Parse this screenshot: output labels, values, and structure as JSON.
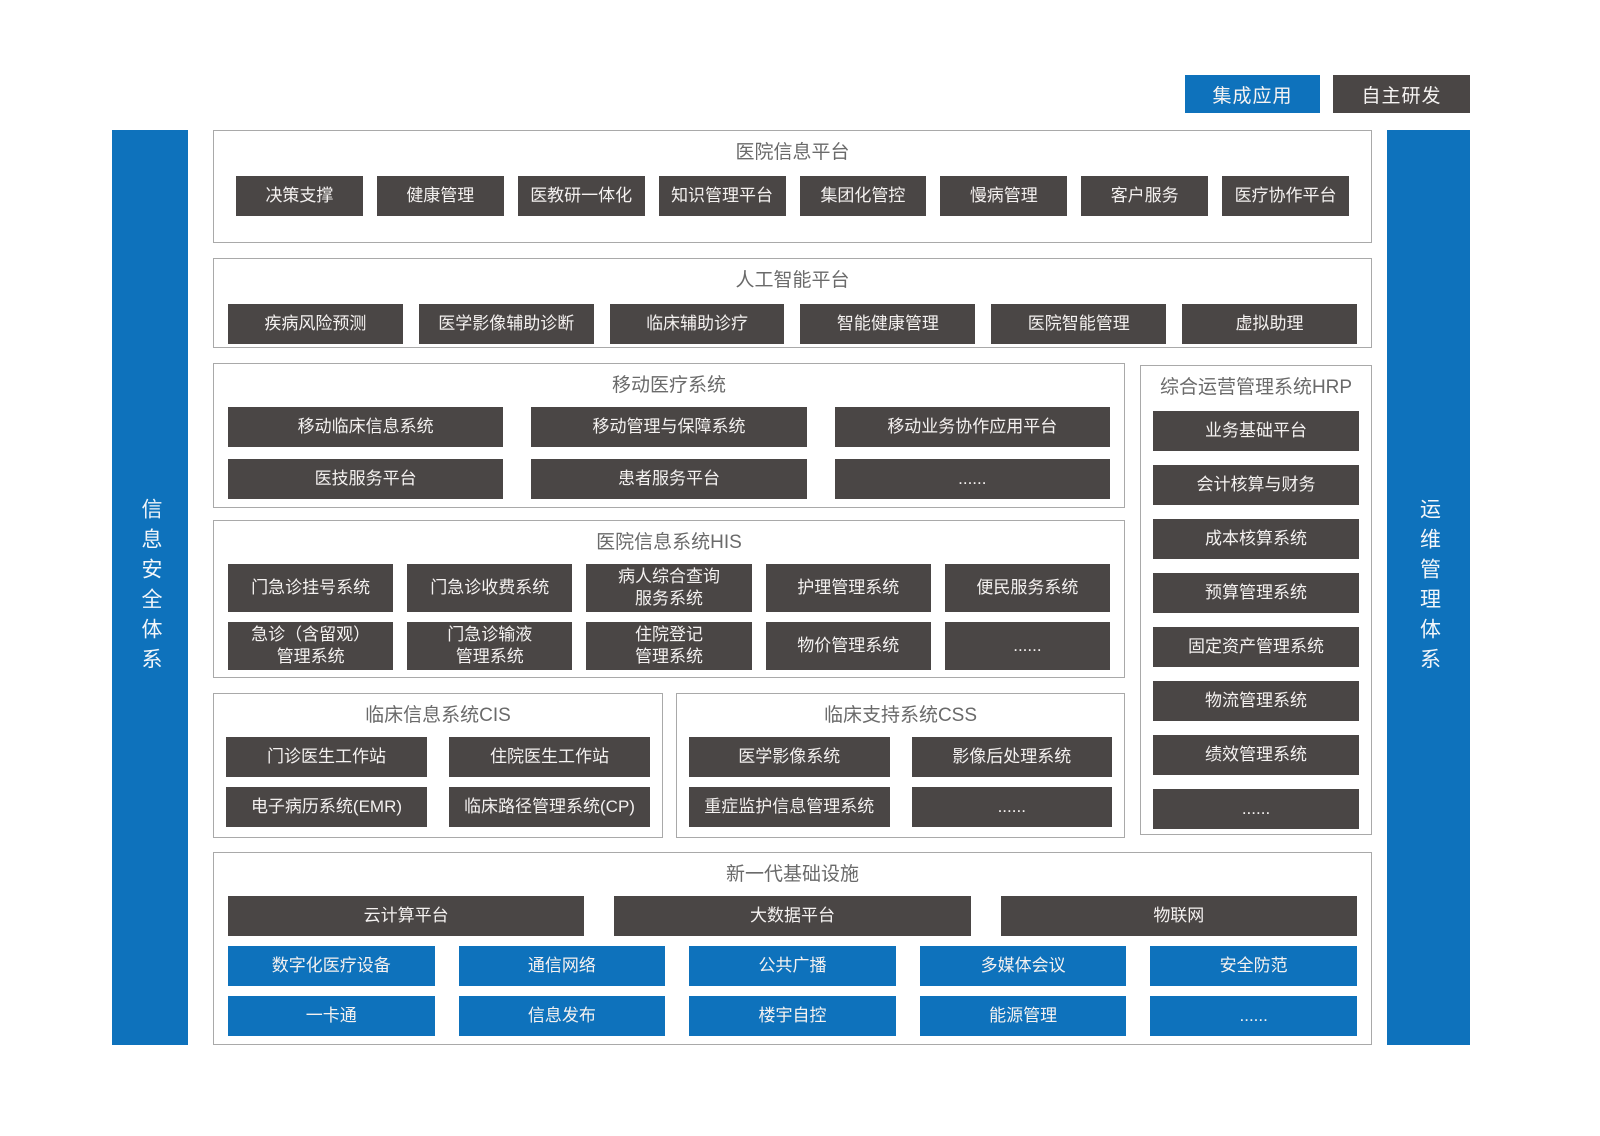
{
  "legend": {
    "integrated": "集成应用",
    "self_developed": "自主研发"
  },
  "side_bars": {
    "left": "信息安全体系",
    "right": "运维管理体系"
  },
  "colors": {
    "integrated_blue": "#0e72bc",
    "self_developed_dark": "#4a4645",
    "section_border": "#a9a9a9",
    "title_gray": "#6a6a6a"
  },
  "sections": {
    "platform": {
      "title": "医院信息平台",
      "items": [
        "决策支撑",
        "健康管理",
        "医教研一体化",
        "知识管理平台",
        "集团化管控",
        "慢病管理",
        "客户服务",
        "医疗协作平台"
      ]
    },
    "ai": {
      "title": "人工智能平台",
      "items": [
        "疾病风险预测",
        "医学影像辅助诊断",
        "临床辅助诊疗",
        "智能健康管理",
        "医院智能管理",
        "虚拟助理"
      ]
    },
    "mobile": {
      "title": "移动医疗系统",
      "row1": [
        "移动临床信息系统",
        "移动管理与保障系统",
        "移动业务协作应用平台"
      ],
      "row2": [
        "医技服务平台",
        "患者服务平台",
        "......"
      ]
    },
    "hrp": {
      "title": "综合运营管理系统HRP",
      "items": [
        "业务基础平台",
        "会计核算与财务",
        "成本核算系统",
        "预算管理系统",
        "固定资产管理系统",
        "物流管理系统",
        "绩效管理系统",
        "......"
      ]
    },
    "his": {
      "title": "医院信息系统HIS",
      "row1": [
        "门急诊挂号系统",
        "门急诊收费系统",
        "病人综合查询\n服务系统",
        "护理管理系统",
        "便民服务系统"
      ],
      "row2": [
        "急诊（含留观）\n管理系统",
        "门急诊输液\n管理系统",
        "住院登记\n管理系统",
        "物价管理系统",
        "......"
      ]
    },
    "cis": {
      "title": "临床信息系统CIS",
      "row1": [
        "门诊医生工作站",
        "住院医生工作站"
      ],
      "row2": [
        "电子病历系统(EMR)",
        "临床路径管理系统(CP)"
      ]
    },
    "css": {
      "title": "临床支持系统CSS",
      "row1": [
        "医学影像系统",
        "影像后处理系统"
      ],
      "row2": [
        "重症监护信息管理系统",
        "......"
      ]
    },
    "infra": {
      "title": "新一代基础设施",
      "dark_row": [
        "云计算平台",
        "大数据平台",
        "物联网"
      ],
      "blue_row1": [
        "数字化医疗设备",
        "通信网络",
        "公共广播",
        "多媒体会议",
        "安全防范"
      ],
      "blue_row2": [
        "一卡通",
        "信息发布",
        "楼宇自控",
        "能源管理",
        "......"
      ]
    }
  }
}
